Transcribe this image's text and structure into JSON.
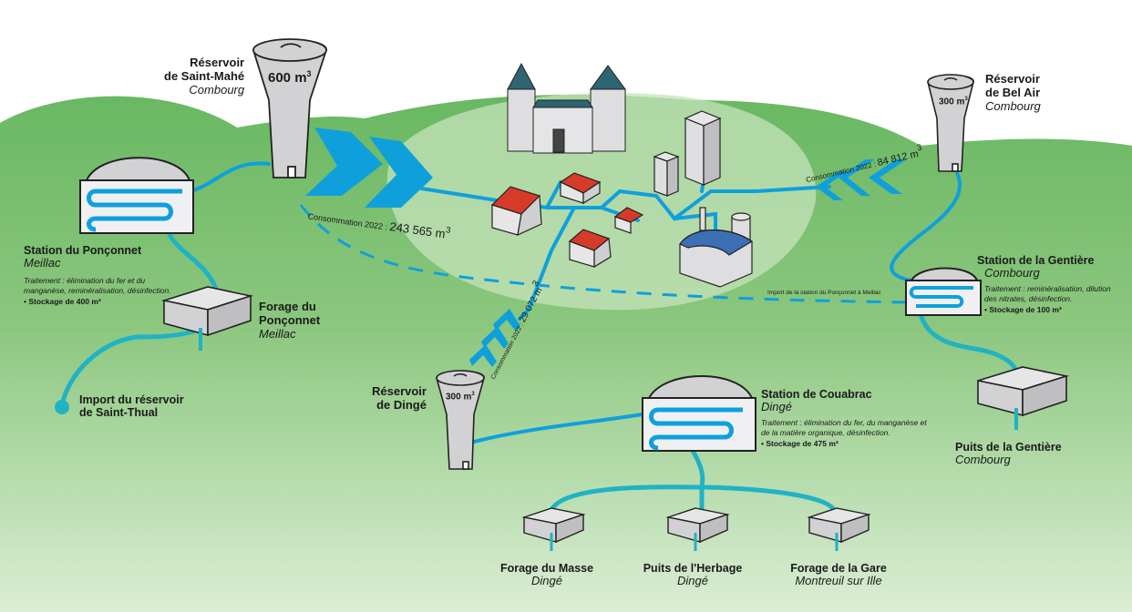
{
  "title": "Schéma du réseau d'eau potable — Combourg",
  "colors": {
    "hill_dark": "#69b862",
    "hill_light": "#c9e5bd",
    "pipe_blue": "#0fa0dc",
    "pipe_teal": "#1fb3c4",
    "roof_teal": "#2e6474",
    "roof_red": "#d63b2a",
    "factory_roof": "#3d6fb5",
    "building_grey": "#dedee0"
  },
  "reservoirs": [
    {
      "id": "saint-mahe",
      "name_line1": "Réservoir",
      "name_line2": "de Saint-Mahé",
      "commune": "Combourg",
      "volume": "600 m",
      "volume_unit_sup": "3"
    },
    {
      "id": "bel-air",
      "name_line1": "Réservoir",
      "name_line2": "de Bel Air",
      "commune": "Combourg",
      "volume": "300 m",
      "volume_unit_sup": "3"
    },
    {
      "id": "dinge",
      "name_line1": "Réservoir",
      "name_line2": "de Dingé",
      "commune": "",
      "volume": "300 m",
      "volume_unit_sup": "3"
    }
  ],
  "stations": [
    {
      "id": "ponconnet",
      "name": "Station du Ponçonnet",
      "commune": "Meillac",
      "treatment": "Traitement : élimination du fer et du manganèse, reminéralisation, désinfection.",
      "storage": "• Stockage de 400 m³"
    },
    {
      "id": "gentiere",
      "name": "Station de la Gentière",
      "commune": "Combourg",
      "treatment": "Traitement : reminéralisation, dilution des nitrates, désinfection.",
      "storage": "• Stockage de 100 m³"
    },
    {
      "id": "couabrac",
      "name": "Station de Couabrac",
      "commune": "Dingé",
      "treatment": "Traitement : élimination du fer, du manganèse et de la matière organique, désinfection.",
      "storage": "• Stockage de 475 m³"
    }
  ],
  "sources": [
    {
      "id": "forage-ponconnet",
      "name_line1": "Forage du",
      "name_line2": "Ponçonnet",
      "commune": "Meillac"
    },
    {
      "id": "puits-gentiere",
      "name": "Puits de la Gentière",
      "commune": "Combourg"
    },
    {
      "id": "forage-masse",
      "name": "Forage du Masse",
      "commune": "Dingé"
    },
    {
      "id": "puits-herbage",
      "name": "Puits de l'Herbage",
      "commune": "Dingé"
    },
    {
      "id": "forage-gare",
      "name": "Forage de la Gare",
      "commune": "Montreuil sur Ille"
    }
  ],
  "imports": {
    "saint_thual": {
      "line1": "Import du réservoir",
      "line2": "de Saint-Thual"
    },
    "ponconnet_to_meillac": "Import de la station du Ponçonnet à Meillac"
  },
  "consumptions": [
    {
      "id": "saint-mahe",
      "prefix": "Consommation 2022 : ",
      "value": "243 565 m",
      "sup": "3"
    },
    {
      "id": "bel-air",
      "prefix": "Consommation 2022 : ",
      "value": "84 812 m",
      "sup": "3"
    },
    {
      "id": "dinge",
      "prefix": "Consommation 2022 : ",
      "value": "29 072 m",
      "sup": "3"
    }
  ]
}
